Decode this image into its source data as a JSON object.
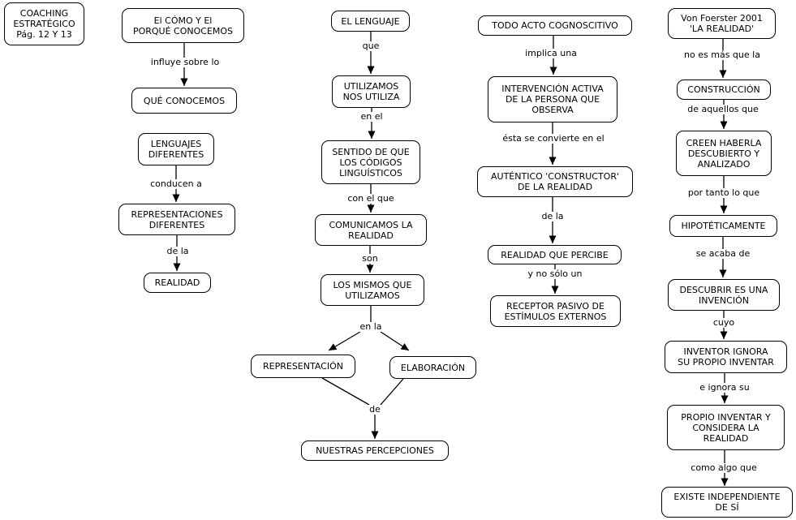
{
  "colors": {
    "background": "#ffffff",
    "node_fill": "#ffffff",
    "node_border": "#000000",
    "line": "#000000",
    "text": "#000000"
  },
  "nodes": {
    "coaching": {
      "label": "COACHING\nESTRATÉGICO\nPág. 12 Y 13"
    },
    "elcomo": {
      "label": "El CÓMO Y El\nPORQUÉ CONOCEMOS"
    },
    "queconocemos": {
      "label": "QUÉ CONOCEMOS"
    },
    "lenguajes": {
      "label": "LENGUAJES\nDIFERENTES"
    },
    "representaciones": {
      "label": "REPRESENTACIONES\nDIFERENTES"
    },
    "realidad": {
      "label": "REALIDAD"
    },
    "ellenguaje": {
      "label": "EL LENGUAJE"
    },
    "utilizamos": {
      "label": "UTILIZAMOS\nNOS UTILIZA"
    },
    "sentido": {
      "label": "SENTIDO DE QUE\nLOS CÓDIGOS\nLINGUÍSTICOS"
    },
    "comunicamos": {
      "label": "COMUNICAMOS LA\nREALIDAD"
    },
    "losmismos": {
      "label": "LOS MISMOS QUE\nUTILIZAMOS"
    },
    "representacion": {
      "label": "REPRESENTACIÓN"
    },
    "elaboracion": {
      "label": "ELABORACIÓN"
    },
    "nuestras": {
      "label": "NUESTRAS PERCEPCIONES"
    },
    "todoacto": {
      "label": "TODO ACTO COGNOSCITIVO"
    },
    "intervencion": {
      "label": "INTERVENCIÓN ACTIVA\nDE LA PERSONA QUE\nOBSERVA"
    },
    "autentico": {
      "label": "AUTÉNTICO 'CONSTRUCTOR'\nDE LA REALIDAD"
    },
    "realidadpercibe": {
      "label": "REALIDAD QUE PERCIBE"
    },
    "receptor": {
      "label": "RECEPTOR PASIVO DE\nESTÍMULOS EXTERNOS"
    },
    "vonfoerster": {
      "label": "Von Foerster 2001\n'LA REALIDAD'"
    },
    "construccion": {
      "label": "CONSTRUCCIÓN"
    },
    "creen": {
      "label": "CREEN HABERLA\nDESCUBIERTO Y\nANALIZADO"
    },
    "hipoteticamente": {
      "label": "HIPOTÉTICAMENTE"
    },
    "descubrir": {
      "label": "DESCUBRIR ES UNA\nINVENCIÓN"
    },
    "inventor": {
      "label": "INVENTOR IGNORA\nSU PROPIO INVENTAR"
    },
    "propioinventar": {
      "label": "PROPIO INVENTAR Y\nCONSIDERA LA\nREALIDAD"
    },
    "existe": {
      "label": "EXISTE INDEPENDIENTE\nDE SÍ"
    }
  },
  "edges": {
    "influye": {
      "label": "influye sobre lo",
      "from": "elcomo",
      "to": "queconocemos"
    },
    "conducen": {
      "label": "conducen a",
      "from": "lenguajes",
      "to": "representaciones"
    },
    "dela1": {
      "label": "de la",
      "from": "representaciones",
      "to": "realidad"
    },
    "que": {
      "label": "que",
      "from": "ellenguaje",
      "to": "utilizamos"
    },
    "enel": {
      "label": "en el",
      "from": "utilizamos",
      "to": "sentido"
    },
    "conelque": {
      "label": "con el que",
      "from": "sentido",
      "to": "comunicamos"
    },
    "son": {
      "label": "son",
      "from": "comunicamos",
      "to": "losmismos"
    },
    "enla": {
      "label": "en la",
      "from": "losmismos",
      "to": "representacion / elaboracion"
    },
    "de": {
      "label": "de",
      "from": "representacion / elaboracion",
      "to": "nuestras"
    },
    "implica": {
      "label": "implica una",
      "from": "todoacto",
      "to": "intervencion"
    },
    "esta": {
      "label": "ésta se convierte en el",
      "from": "intervencion",
      "to": "autentico"
    },
    "dela2": {
      "label": "de la",
      "from": "autentico",
      "to": "realidadpercibe"
    },
    "ynosolo": {
      "label": "y no sólo un",
      "from": "realidadpercibe",
      "to": "receptor"
    },
    "noesmas": {
      "label": "no es más que la",
      "from": "vonfoerster",
      "to": "construccion"
    },
    "deaquellos": {
      "label": "de aquellos que",
      "from": "construccion",
      "to": "creen"
    },
    "portanto": {
      "label": "por tanto lo que",
      "from": "creen",
      "to": "hipoteticamente"
    },
    "seacaba": {
      "label": "se acaba de",
      "from": "hipoteticamente",
      "to": "descubrir"
    },
    "cuyo": {
      "label": "cuyo",
      "from": "descubrir",
      "to": "inventor"
    },
    "eignora": {
      "label": "e ignora su",
      "from": "inventor",
      "to": "propioinventar"
    },
    "comoalgo": {
      "label": "como algo que",
      "from": "propioinventar",
      "to": "existe"
    }
  }
}
